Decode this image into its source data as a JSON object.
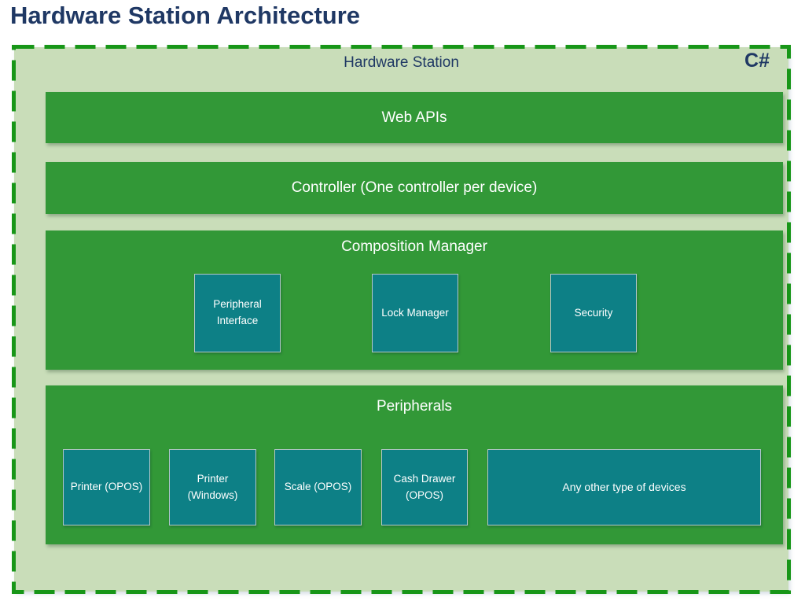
{
  "page": {
    "title": "Hardware Station Architecture"
  },
  "frame": {
    "label": "Hardware Station",
    "badge": "C#"
  },
  "layers": {
    "web_apis": {
      "label": "Web APIs"
    },
    "controller": {
      "label": "Controller (One controller per device)"
    },
    "composition": {
      "label": "Composition Manager",
      "children": [
        "Peripheral Interface",
        "Lock Manager",
        "Security"
      ]
    },
    "peripherals": {
      "label": "Peripherals",
      "children": [
        "Printer (OPOS)",
        "Printer (Windows)",
        "Scale (OPOS)",
        "Cash Drawer (OPOS)",
        "Any other type of devices"
      ]
    }
  },
  "colors": {
    "title_text": "#1f3864",
    "frame_border": "#189618",
    "frame_fill": "#c9ddb9",
    "layer_fill": "#329837",
    "layer_text": "#ffffff",
    "module_fill": "#0d8086",
    "module_border": "#b5c7cb",
    "module_text": "#ffffff"
  }
}
